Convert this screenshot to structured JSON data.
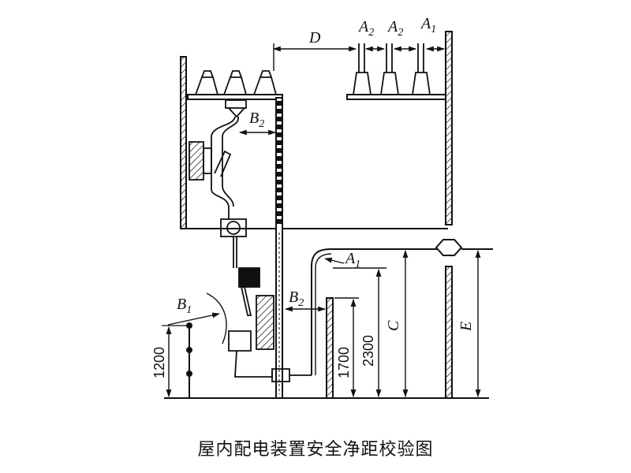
{
  "labels": {
    "D": "D",
    "A": "A",
    "B": "B",
    "C": "C",
    "E": "E",
    "sub_1": "1",
    "sub_2": "2"
  },
  "dimensions": {
    "d1200": "1200",
    "d1700": "1700",
    "d2300": "2300"
  },
  "caption": "屋内配电装置安全净距校验图"
}
